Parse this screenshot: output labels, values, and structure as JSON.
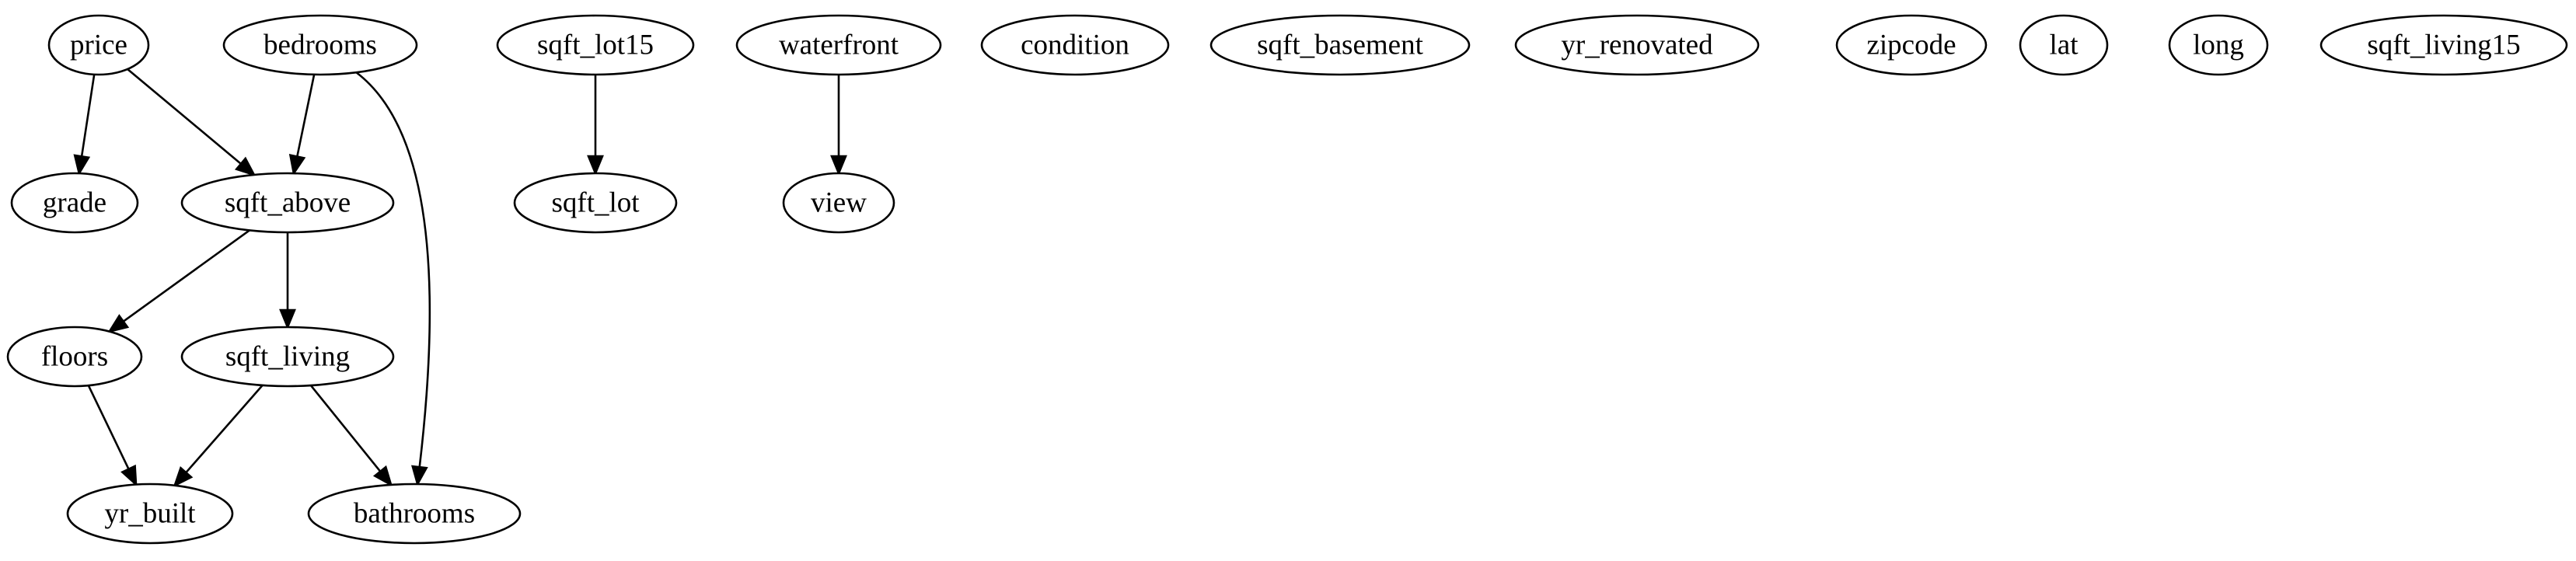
{
  "graph": {
    "nodes": [
      {
        "id": "price",
        "label": "price"
      },
      {
        "id": "bedrooms",
        "label": "bedrooms"
      },
      {
        "id": "sqft_lot15",
        "label": "sqft_lot15"
      },
      {
        "id": "waterfront",
        "label": "waterfront"
      },
      {
        "id": "condition",
        "label": "condition"
      },
      {
        "id": "sqft_basement",
        "label": "sqft_basement"
      },
      {
        "id": "yr_renovated",
        "label": "yr_renovated"
      },
      {
        "id": "zipcode",
        "label": "zipcode"
      },
      {
        "id": "lat",
        "label": "lat"
      },
      {
        "id": "long",
        "label": "long"
      },
      {
        "id": "sqft_living15",
        "label": "sqft_living15"
      },
      {
        "id": "grade",
        "label": "grade"
      },
      {
        "id": "sqft_above",
        "label": "sqft_above"
      },
      {
        "id": "sqft_lot",
        "label": "sqft_lot"
      },
      {
        "id": "view",
        "label": "view"
      },
      {
        "id": "floors",
        "label": "floors"
      },
      {
        "id": "sqft_living",
        "label": "sqft_living"
      },
      {
        "id": "yr_built",
        "label": "yr_built"
      },
      {
        "id": "bathrooms",
        "label": "bathrooms"
      }
    ],
    "edges": [
      {
        "from": "price",
        "to": "grade"
      },
      {
        "from": "price",
        "to": "sqft_above"
      },
      {
        "from": "bedrooms",
        "to": "sqft_above"
      },
      {
        "from": "bedrooms",
        "to": "bathrooms"
      },
      {
        "from": "sqft_lot15",
        "to": "sqft_lot"
      },
      {
        "from": "waterfront",
        "to": "view"
      },
      {
        "from": "sqft_above",
        "to": "floors"
      },
      {
        "from": "sqft_above",
        "to": "sqft_living"
      },
      {
        "from": "floors",
        "to": "yr_built"
      },
      {
        "from": "sqft_living",
        "to": "yr_built"
      },
      {
        "from": "sqft_living",
        "to": "bathrooms"
      }
    ]
  }
}
